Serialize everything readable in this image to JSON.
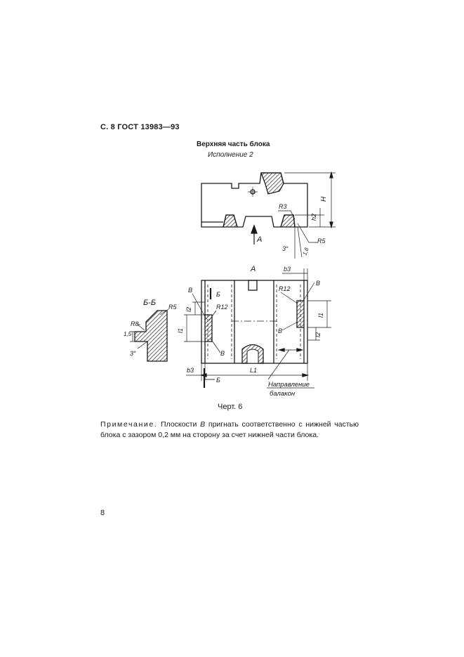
{
  "header": {
    "text": "С. 8 ГОСТ 13983—93"
  },
  "drawing": {
    "title": "Верхняя часть блока",
    "variant": "Исполнение 2",
    "labels": {
      "view_a_arrow": "A",
      "view_a_title": "A",
      "H": "H",
      "h2": "h2",
      "R3": "R3",
      "R5": "R5",
      "angle_3": "3°",
      "dim_1_6": "1,6",
      "b3": "b3",
      "L1": "L1",
      "l1": "l1",
      "l2": "l2",
      "R12": "R12",
      "B": "В",
      "section_mark": "Б",
      "section_title": "Б-Б",
      "R8": "R8",
      "dim_1_5": "1,5",
      "direction_line1": "Направление",
      "direction_line2": "балакон"
    }
  },
  "caption": "Черт. 6",
  "note": {
    "label": "Примечание.",
    "text_before": " Плоскости ",
    "plane": "В",
    "text_after": " пригнать  соответственно с нижней частью блока с зазором 0,2 мм на сторону за счет нижней части блока."
  },
  "page_number": "8"
}
